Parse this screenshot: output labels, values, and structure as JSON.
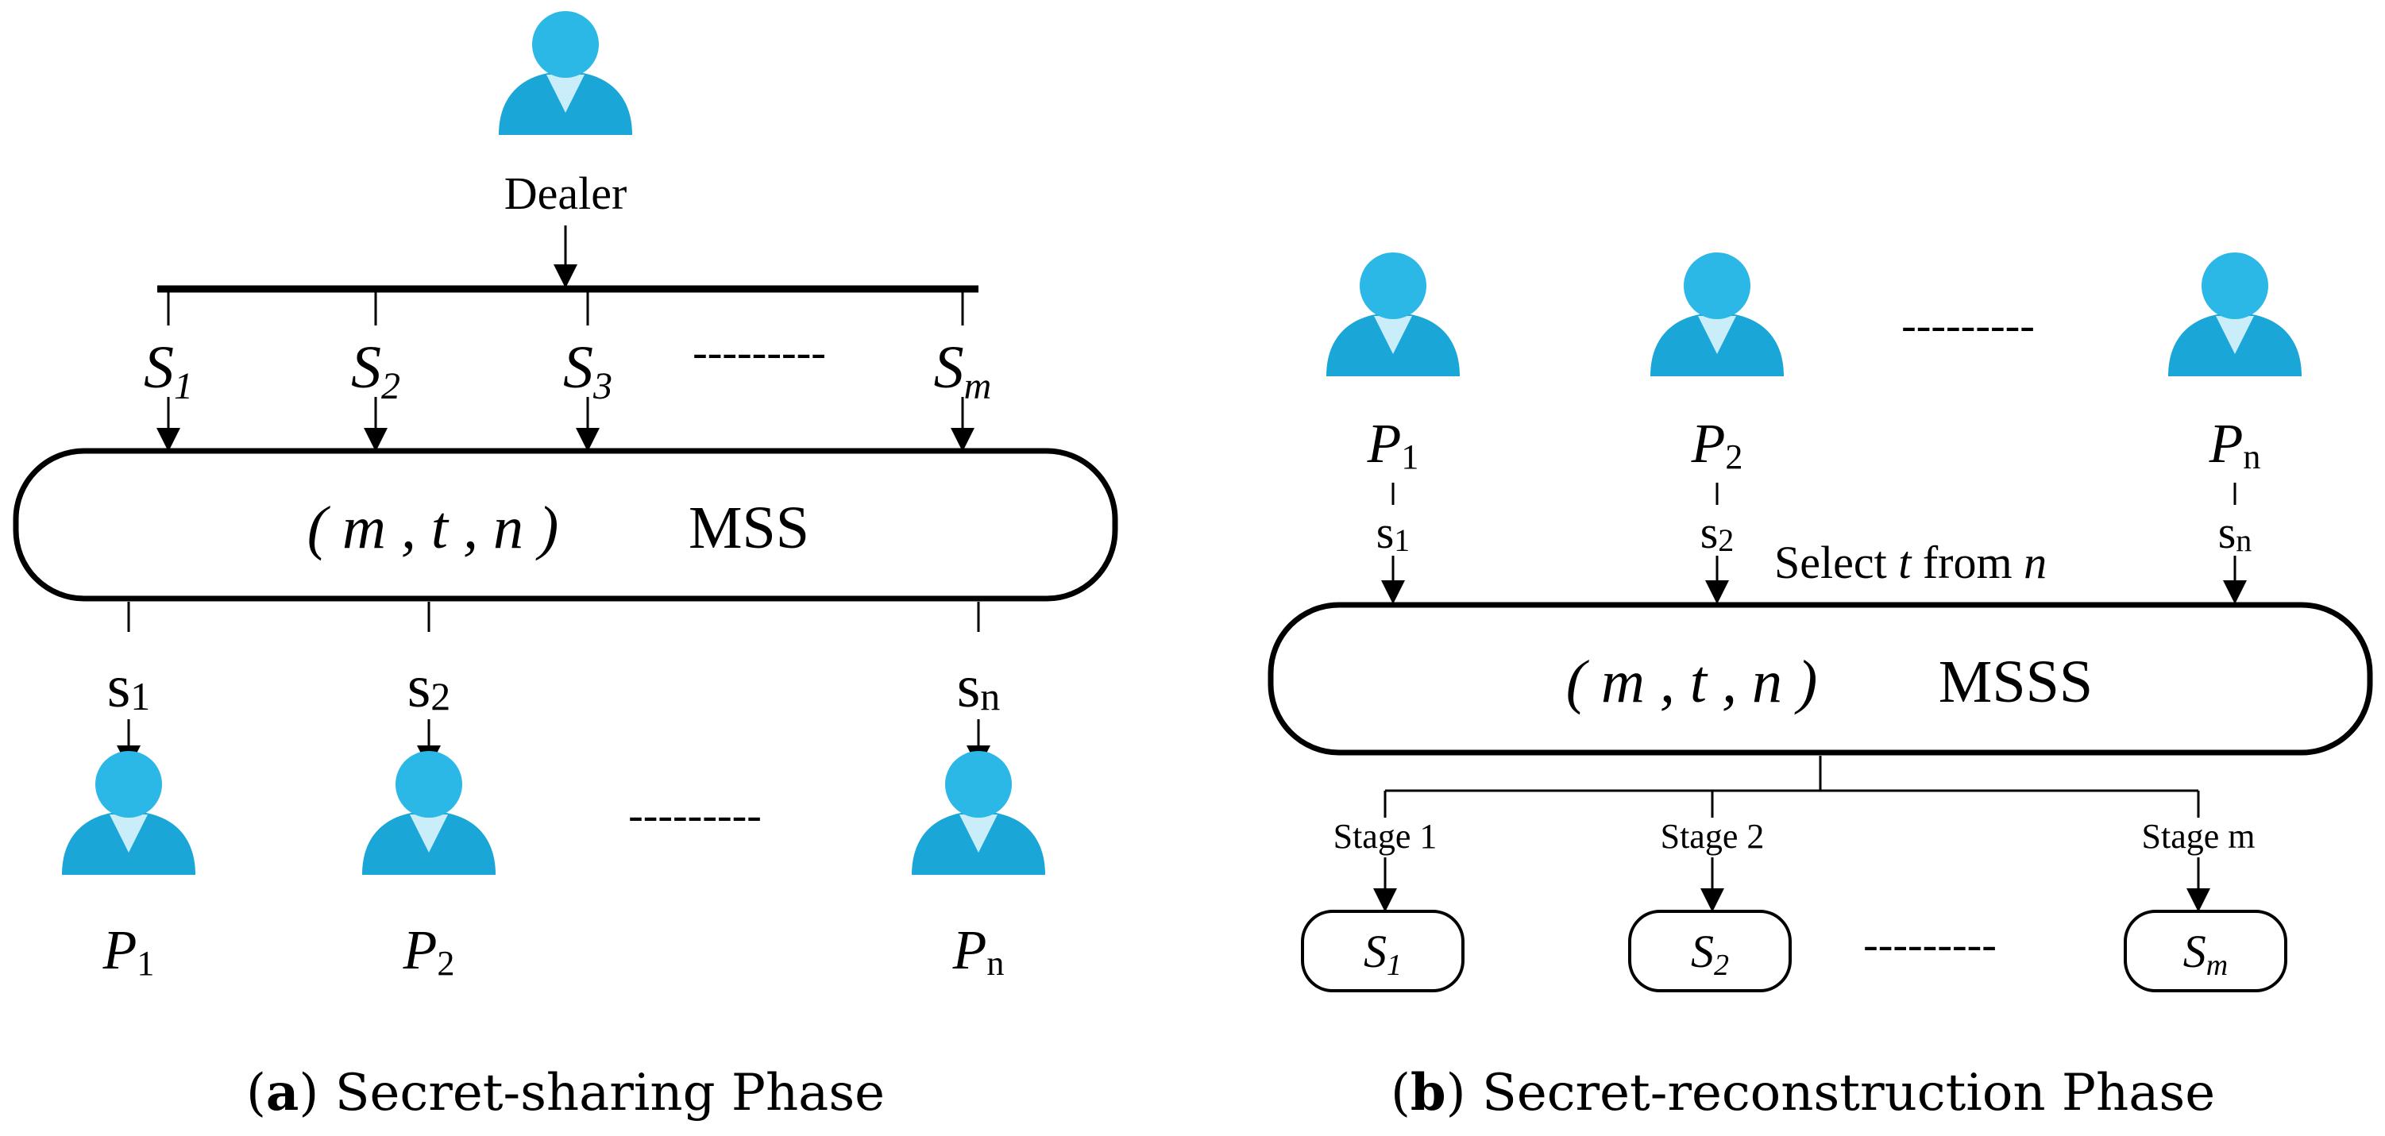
{
  "colors": {
    "person_body": "#1aa6d6",
    "person_head": "#2cb8e6",
    "person_collar": "#c9eef9",
    "line": "#000000",
    "background": "#ffffff"
  },
  "icons": {
    "person": "person-icon",
    "arrow": "arrow-down-icon"
  },
  "sharing": {
    "dealer_label": "Dealer",
    "secrets": [
      {
        "base": "S",
        "sub": "1"
      },
      {
        "base": "S",
        "sub": "2"
      },
      {
        "base": "S",
        "sub": "3"
      },
      {
        "base": "S",
        "sub": "m"
      }
    ],
    "ellipsis": "---------",
    "box": {
      "params": "( m , t , n )",
      "name": "MSS"
    },
    "shares": [
      {
        "base": "s",
        "sub": "1"
      },
      {
        "base": "s",
        "sub": "2"
      },
      {
        "base": "s",
        "sub": "n"
      }
    ],
    "participants": [
      {
        "base": "P",
        "sub": "1"
      },
      {
        "base": "P",
        "sub": "2"
      },
      {
        "base": "P",
        "sub": "n"
      }
    ],
    "participants_ellipsis": "---------",
    "caption": {
      "letter": "a",
      "text": " Secret-sharing Phase"
    }
  },
  "reconstruction": {
    "participants": [
      {
        "base": "P",
        "sub": "1"
      },
      {
        "base": "P",
        "sub": "2"
      },
      {
        "base": "P",
        "sub": "n"
      }
    ],
    "participants_ellipsis": "---------",
    "shares": [
      {
        "base": "s",
        "sub": "1"
      },
      {
        "base": "s",
        "sub": "2"
      },
      {
        "base": "s",
        "sub": "n"
      }
    ],
    "select": {
      "prefix": "Select ",
      "t": "t",
      "middle": " from ",
      "n": "n"
    },
    "box": {
      "params": "( m , t , n )",
      "name": "MSSS"
    },
    "stages": [
      "Stage 1",
      "Stage 2",
      "Stage m"
    ],
    "outputs": [
      {
        "base": "S",
        "sub": "1"
      },
      {
        "base": "S",
        "sub": "2"
      },
      {
        "base": "S",
        "sub": "m"
      }
    ],
    "outputs_ellipsis": "---------",
    "caption": {
      "letter": "b",
      "text": " Secret-reconstruction Phase"
    }
  }
}
